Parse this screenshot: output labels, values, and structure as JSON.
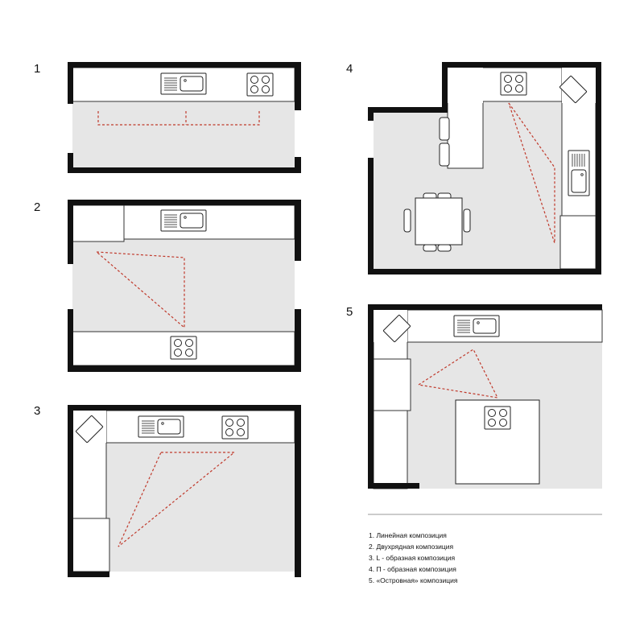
{
  "diagram_numbers": [
    "1",
    "2",
    "3",
    "4",
    "5"
  ],
  "legend": [
    "1. Линейная композиция",
    "2. Двухрядная композиция",
    "3. L - образная композиция",
    "4. П - образная композиция",
    "5. «Островная» композиция"
  ],
  "colors": {
    "wall": "#111111",
    "floor": "#e6e6e6",
    "work_triangle": "#c0392b"
  }
}
